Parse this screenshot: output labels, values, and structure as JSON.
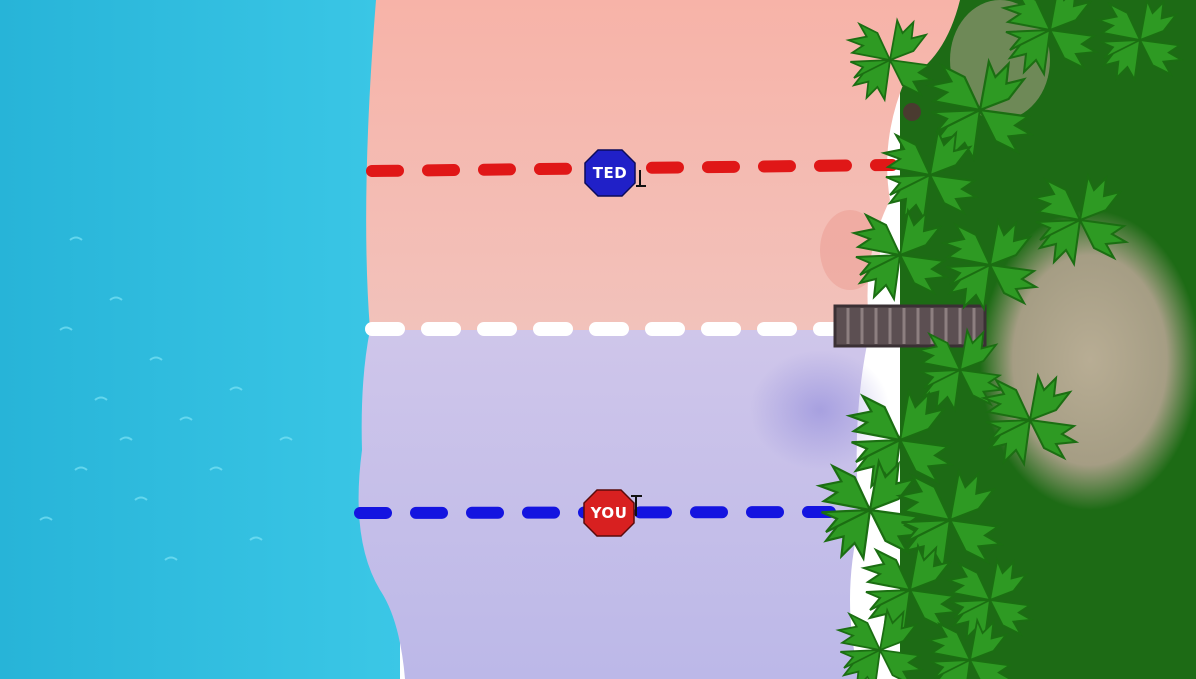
{
  "scene": {
    "colors": {
      "water": "#29b9dc",
      "sand_red_zone": "#f5b0a6",
      "sand_blue_zone": "#c2bde8",
      "jungle": "#1c6a14",
      "palm": "#2d9a22",
      "line_ted": "#e01717",
      "line_you": "#1414e0",
      "line_center": "#ffffff",
      "bridge": "#6b5a5a"
    },
    "markers": [
      {
        "label": "TED",
        "color": "#2020c8",
        "lane": "ted"
      },
      {
        "label": "YOU",
        "color": "#d82020",
        "lane": "you"
      }
    ]
  }
}
